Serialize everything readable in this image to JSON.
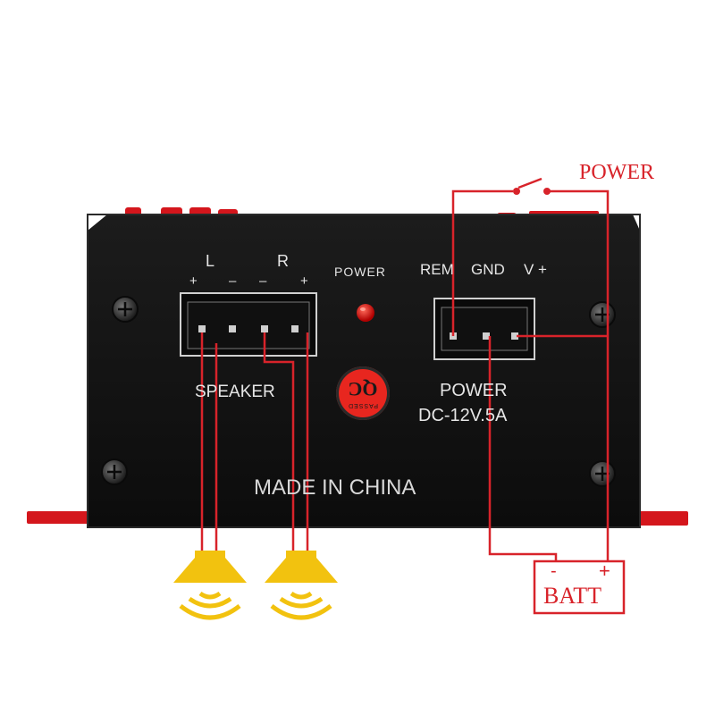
{
  "labels": {
    "channel_left": "L",
    "channel_right": "R",
    "left_plus": "+",
    "left_minus": "–",
    "right_minus": "–",
    "right_plus": "+",
    "power_led": "POWER",
    "rem": "REM",
    "gnd": "GND",
    "vplus": "V +",
    "speaker": "SPEAKER",
    "power_input": "POWER",
    "rating": "DC-12V.5A",
    "made_in": "MADE IN CHINA",
    "qc_mark": "QC",
    "qc_passed": "PASSED",
    "switch_label": "POWER",
    "battery_minus": "-",
    "battery_plus": "+",
    "battery": "BATT"
  },
  "colors": {
    "panel": "#151515",
    "wire": "#d8232a",
    "speaker_icon": "#f2c20f",
    "led": "#e01010"
  },
  "icons": [
    "screw-icon",
    "speaker-icon",
    "switch-icon",
    "battery-icon"
  ]
}
